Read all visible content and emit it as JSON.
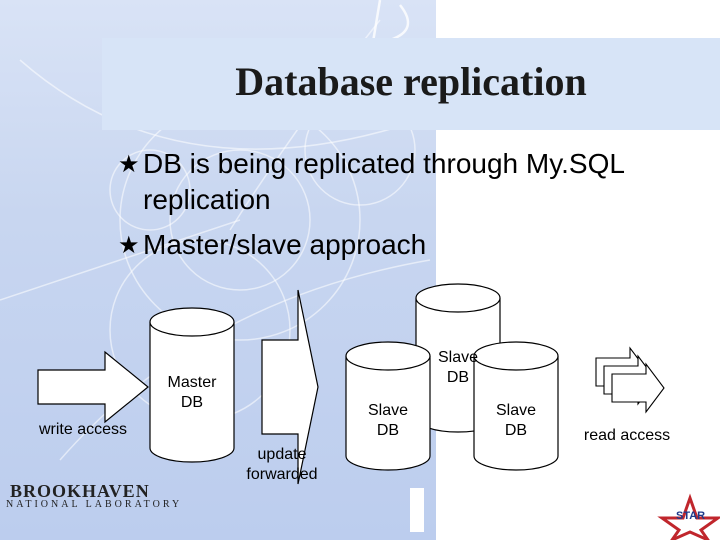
{
  "slide": {
    "title": "Database replication",
    "bullets": [
      {
        "icon": "star-bullet-icon",
        "text_line1": "DB is being replicated through My.SQL",
        "text_line2": "replication"
      },
      {
        "icon": "star-bullet-icon",
        "text_line1": "Master/slave approach"
      }
    ],
    "diagram": {
      "master_label_1": "Master",
      "master_label_2": "DB",
      "slave_label_1": "Slave",
      "slave_label_2": "DB",
      "write_access": "write access",
      "update_1": "update",
      "update_2": "forwarded",
      "read_access": "read access"
    },
    "logos": {
      "bnl_top": "BROOKHAVEN",
      "bnl_bottom": "NATIONAL LABORATORY",
      "star": "STAR"
    }
  }
}
